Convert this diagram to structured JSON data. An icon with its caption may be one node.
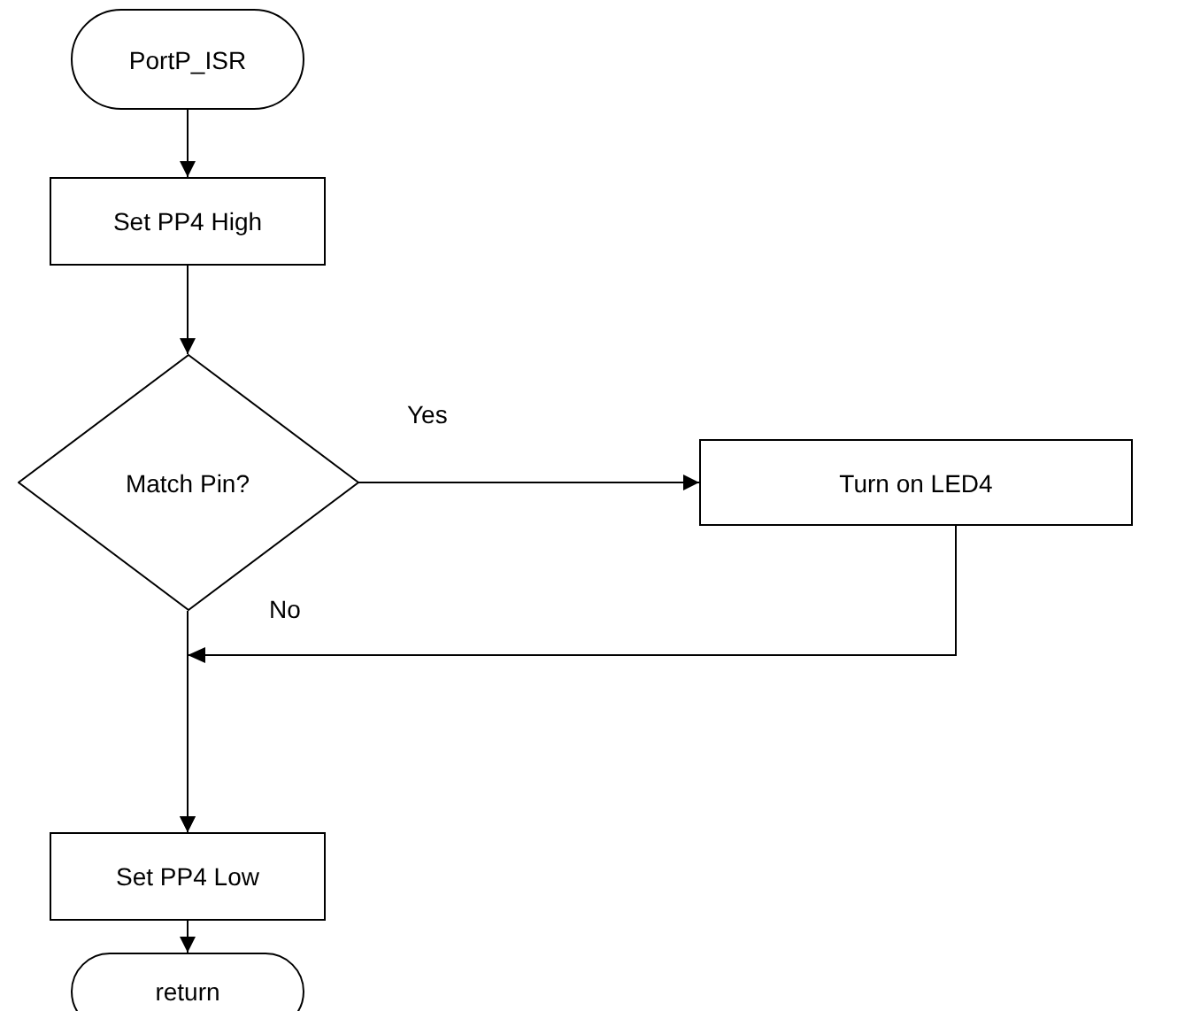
{
  "diagram": {
    "nodes": [
      {
        "text": [
          "PortP_ISR"
        ]
      },
      {
        "text": [
          "Set PP4 High"
        ]
      },
      {
        "text": [
          "Match Pin?"
        ]
      },
      {
        "text": [
          "Turn on LED4"
        ]
      },
      {
        "text": [
          "Set PP4 Low"
        ]
      },
      {
        "text": [
          "return"
        ]
      }
    ],
    "edges": [
      {
        "from": 0,
        "to": 1,
        "arrow": "to"
      },
      {
        "from": 1,
        "to": 2,
        "arrow": "to"
      },
      {
        "from": 2,
        "to": 3,
        "arrow": "to",
        "label": "Yes"
      },
      {
        "from": 2,
        "to": 4,
        "arrow": "to",
        "label": "No"
      },
      {
        "from": 3,
        "to": 4,
        "arrow": "to"
      },
      {
        "from": 4,
        "to": 5,
        "arrow": "to"
      }
    ]
  }
}
